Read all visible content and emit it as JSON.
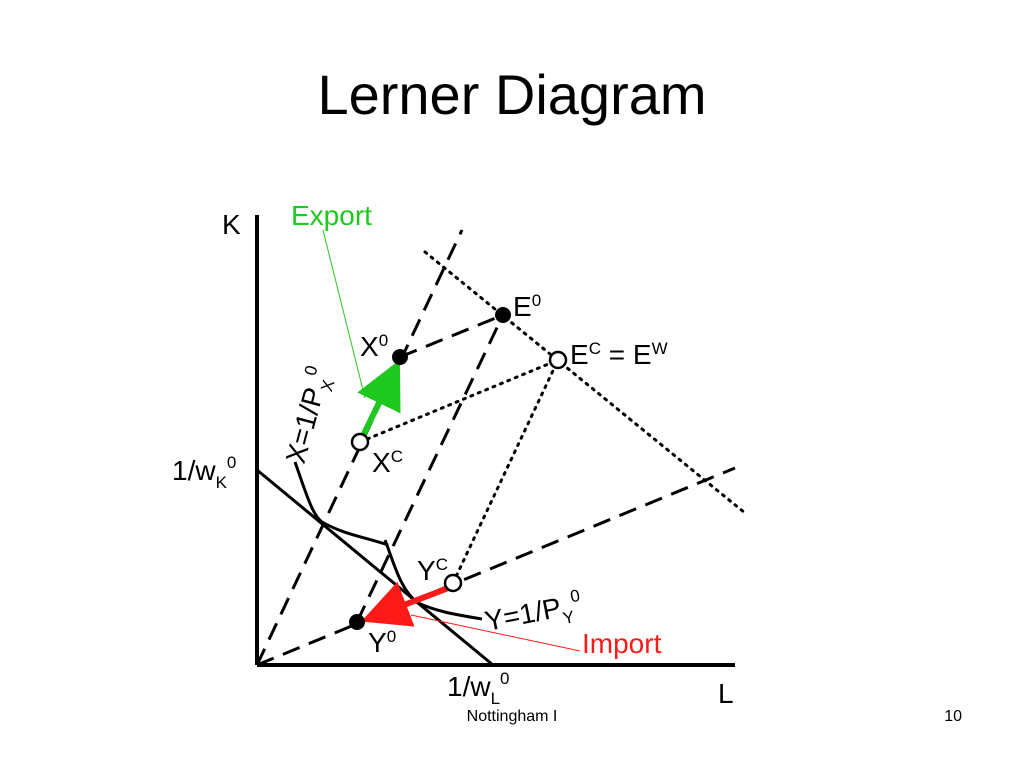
{
  "slide": {
    "title": "Lerner Diagram",
    "footer": "Nottingham I",
    "page_number": "10"
  },
  "diagram": {
    "axes": {
      "y_axis": "K",
      "x_axis": "L"
    },
    "intercepts": {
      "k_base": "1/w",
      "k_sub": "K",
      "k_sup": "0",
      "l_base": "1/w",
      "l_sub": "L",
      "l_sup": "0"
    },
    "isoquants": {
      "x_base": "X=1/P",
      "x_sub": "X",
      "x_sup": "0",
      "y_base": "Y=1/P",
      "y_sub": "Y",
      "y_sup": "0"
    },
    "points": {
      "e0_base": "E",
      "e0_sup": "0",
      "x0_base": "X",
      "x0_sup": "0",
      "ec_base": "E",
      "ec_sup": "C",
      "ec_mid": " = E",
      "ew_sup": "W",
      "xc_base": "X",
      "xc_sup": "C",
      "yc_base": "Y",
      "yc_sup": "C",
      "y0_base": "Y",
      "y0_sup": "0"
    },
    "annotations": {
      "export": "Export",
      "import": "Import"
    },
    "colors": {
      "export": "#1ec81e",
      "import": "#ff1a1a",
      "line": "#000000"
    }
  }
}
